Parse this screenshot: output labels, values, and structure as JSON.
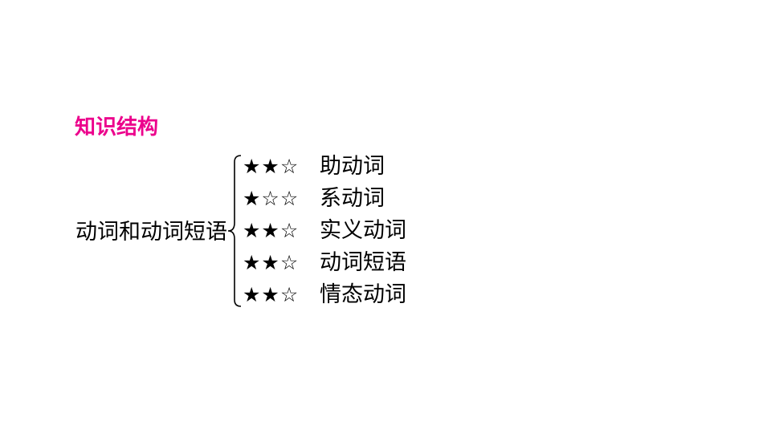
{
  "section": {
    "title": "知识结构",
    "title_color": "#ec008c"
  },
  "structure": {
    "root": "动词和动词短语",
    "branches": [
      {
        "rating": 2,
        "max": 3,
        "stars": "★★☆",
        "label": "助动词"
      },
      {
        "rating": 1,
        "max": 3,
        "stars": "★☆☆",
        "label": "系动词"
      },
      {
        "rating": 2,
        "max": 3,
        "stars": "★★☆",
        "label": "实义动词"
      },
      {
        "rating": 2,
        "max": 3,
        "stars": "★★☆",
        "label": "动词短语"
      },
      {
        "rating": 2,
        "max": 3,
        "stars": "★★☆",
        "label": "情态动词"
      }
    ]
  }
}
